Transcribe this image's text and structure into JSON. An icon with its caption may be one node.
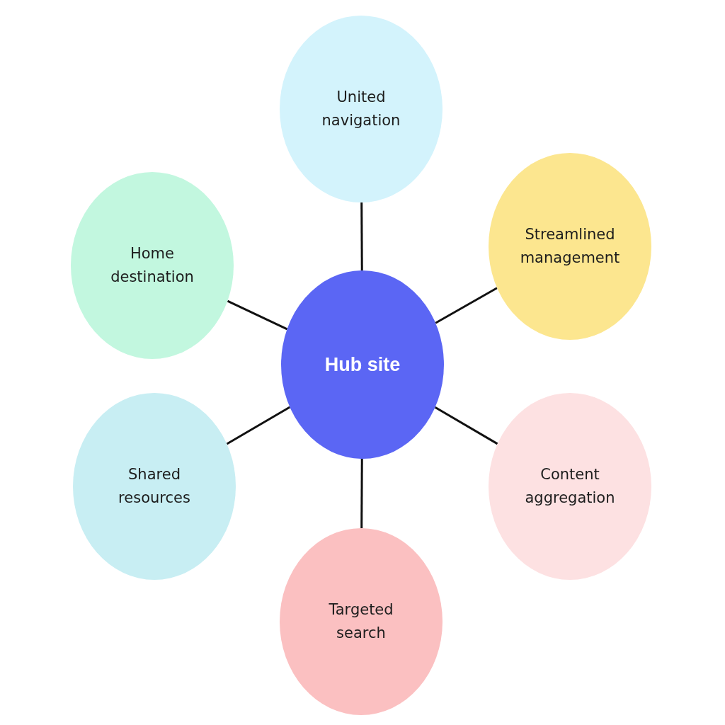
{
  "diagram": {
    "nodes": [
      {
        "text": [
          "United navigation"
        ]
      },
      {
        "text": [
          "Streamlined management"
        ]
      },
      {
        "text": [
          "Home destination"
        ]
      },
      {
        "text": [
          "Hub site"
        ]
      },
      {
        "text": [
          "Shared resources"
        ]
      },
      {
        "text": [
          "Content aggregation"
        ]
      },
      {
        "text": [
          "Targeted search"
        ]
      }
    ],
    "edges": [
      {
        "from": 3,
        "to": 0,
        "arrow": "none"
      },
      {
        "from": 3,
        "to": 1,
        "arrow": "none"
      },
      {
        "from": 3,
        "to": 2,
        "arrow": "none"
      },
      {
        "from": 3,
        "to": 4,
        "arrow": "none"
      },
      {
        "from": 3,
        "to": 5,
        "arrow": "none"
      },
      {
        "from": 3,
        "to": 6,
        "arrow": "none"
      }
    ]
  }
}
